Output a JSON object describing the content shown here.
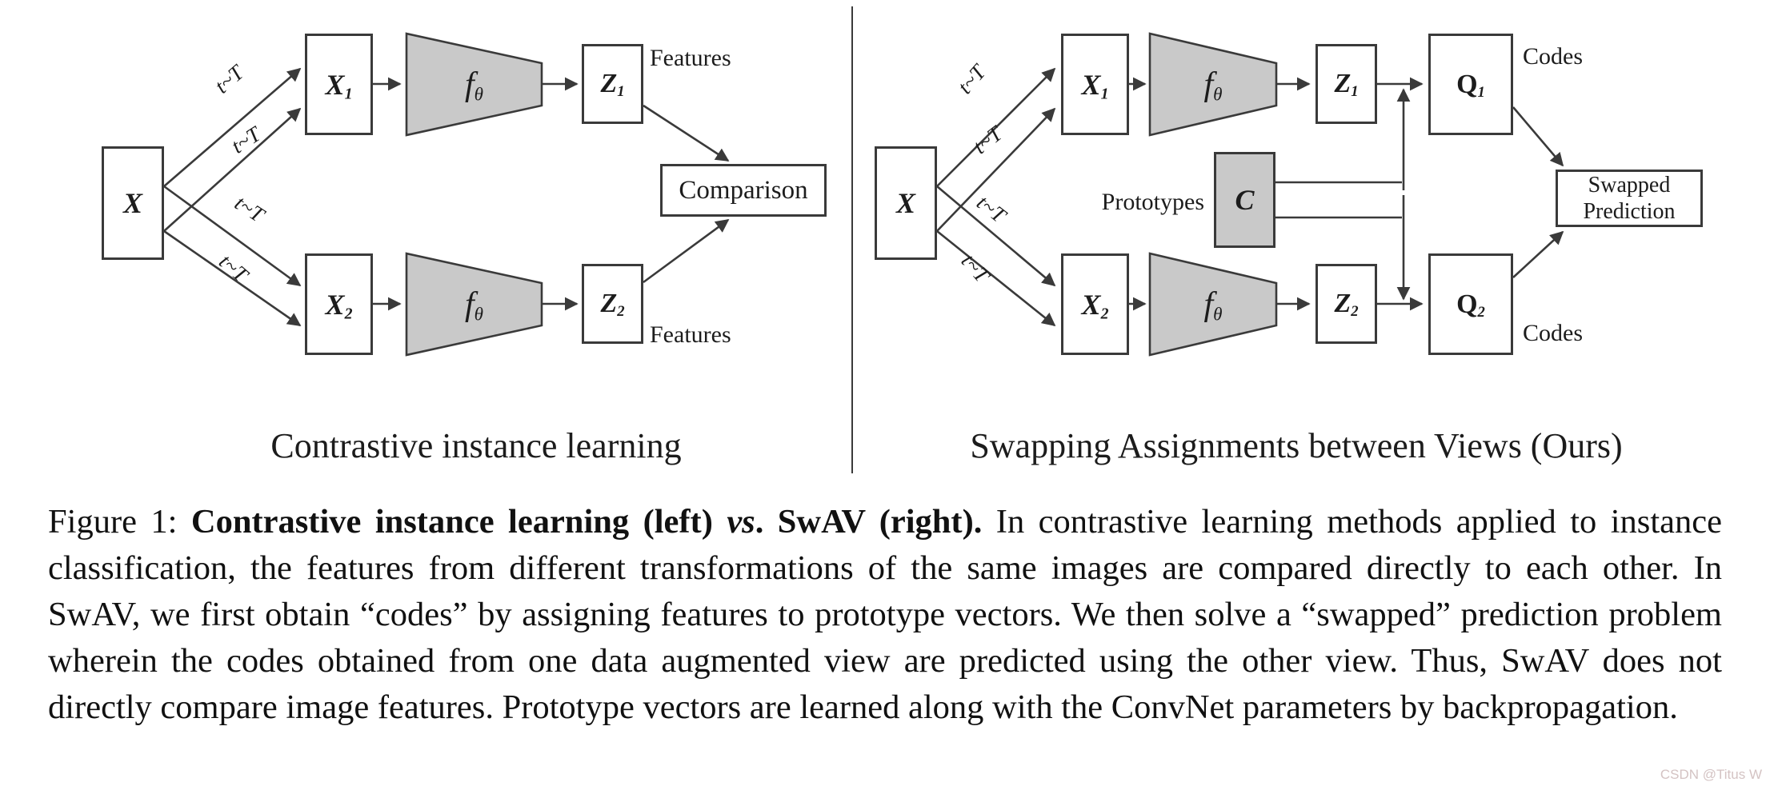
{
  "left": {
    "section_caption": "Contrastive instance learning",
    "x": {
      "base": "X"
    },
    "x1": {
      "base": "X",
      "sub": "1"
    },
    "x2": {
      "base": "X",
      "sub": "2"
    },
    "encoder_top": {
      "base": "f",
      "sub": "θ"
    },
    "encoder_bottom": {
      "base": "f",
      "sub": "θ"
    },
    "z1": {
      "base": "Z",
      "sub": "1"
    },
    "z2": {
      "base": "Z",
      "sub": "2"
    },
    "features_top": "Features",
    "features_bottom": "Features",
    "comparison": "Comparison",
    "transform_labels": [
      "t~T",
      "t~T",
      "t~T",
      "t~T"
    ]
  },
  "right": {
    "section_caption": "Swapping Assignments between Views (Ours)",
    "x": {
      "base": "X"
    },
    "x1": {
      "base": "X",
      "sub": "1"
    },
    "x2": {
      "base": "X",
      "sub": "2"
    },
    "encoder_top": {
      "base": "f",
      "sub": "θ"
    },
    "encoder_bottom": {
      "base": "f",
      "sub": "θ"
    },
    "z1": {
      "base": "Z",
      "sub": "1"
    },
    "z2": {
      "base": "Z",
      "sub": "2"
    },
    "q1": {
      "base": "Q",
      "sub": "1"
    },
    "q2": {
      "base": "Q",
      "sub": "2"
    },
    "c": {
      "base": "C"
    },
    "prototypes_label": "Prototypes",
    "codes_top": "Codes",
    "codes_bottom": "Codes",
    "swapped_prediction": {
      "line1": "Swapped",
      "line2": "Prediction"
    },
    "transform_labels": [
      "t~T",
      "t~T",
      "t~T",
      "t~T"
    ]
  },
  "figure_caption": {
    "prefix": "Figure 1: ",
    "bold_lead": "Contrastive instance learning (left) ",
    "bold_italic_vs": "vs",
    "bold_tail": ". SwAV (right).",
    "body": " In contrastive learning methods applied to instance classification, the features from different transformations of the same images are compared directly to each other. In SwAV, we first obtain “codes” by assigning features to prototype vectors. We then solve a “swapped” prediction problem wherein the codes obtained from one data augmented view are predicted using the other view. Thus, SwAV does not directly compare image features. Prototype vectors are learned along with the ConvNet parameters by backpropagation."
  },
  "watermark": "CSDN @Titus W",
  "colors": {
    "stroke": "#3a3a3a",
    "encoder_fill": "#c9c9c9"
  }
}
